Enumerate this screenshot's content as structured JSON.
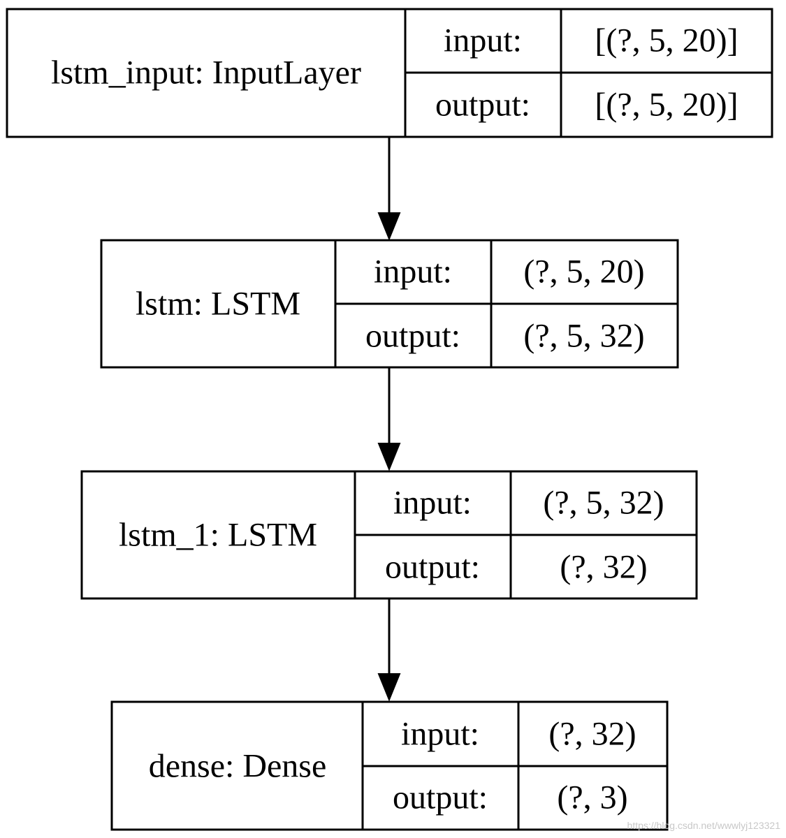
{
  "nodes": [
    {
      "label": "lstm_input: InputLayer",
      "input_label": "input:",
      "input_value": "[(?, 5, 20)]",
      "output_label": "output:",
      "output_value": "[(?, 5, 20)]"
    },
    {
      "label": "lstm: LSTM",
      "input_label": "input:",
      "input_value": "(?, 5, 20)",
      "output_label": "output:",
      "output_value": "(?, 5, 32)"
    },
    {
      "label": "lstm_1: LSTM",
      "input_label": "input:",
      "input_value": "(?, 5, 32)",
      "output_label": "output:",
      "output_value": "(?, 32)"
    },
    {
      "label": "dense: Dense",
      "input_label": "input:",
      "input_value": "(?, 32)",
      "output_label": "output:",
      "output_value": "(?, 3)"
    }
  ],
  "watermark": "https://blog.csdn.net/wwwlyj123321"
}
